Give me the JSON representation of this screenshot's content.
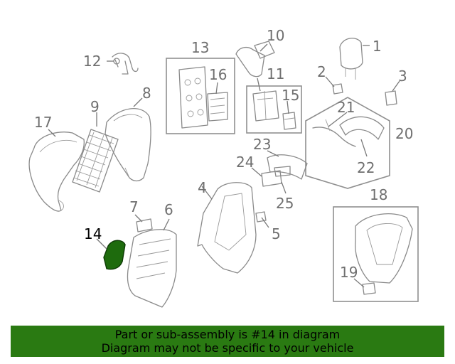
{
  "callouts": {
    "c1": "1",
    "c2": "2",
    "c3": "3",
    "c4": "4",
    "c5": "5",
    "c6": "6",
    "c7": "7",
    "c8": "8",
    "c9": "9",
    "c10": "10",
    "c11": "11",
    "c12": "12",
    "c13": "13",
    "c14": "14",
    "c15": "15",
    "c16": "16",
    "c17": "17",
    "c18": "18",
    "c19": "19",
    "c20": "20",
    "c21": "21",
    "c22": "22",
    "c23": "23",
    "c24": "24",
    "c25": "25"
  },
  "highlight": {
    "part": "14",
    "color": "#1e6b0d"
  },
  "banner": {
    "line1": "Part or sub-assembly is #14 in diagram",
    "line2": "Diagram may not be specific to your vehicle",
    "color": "#2a7a12"
  }
}
